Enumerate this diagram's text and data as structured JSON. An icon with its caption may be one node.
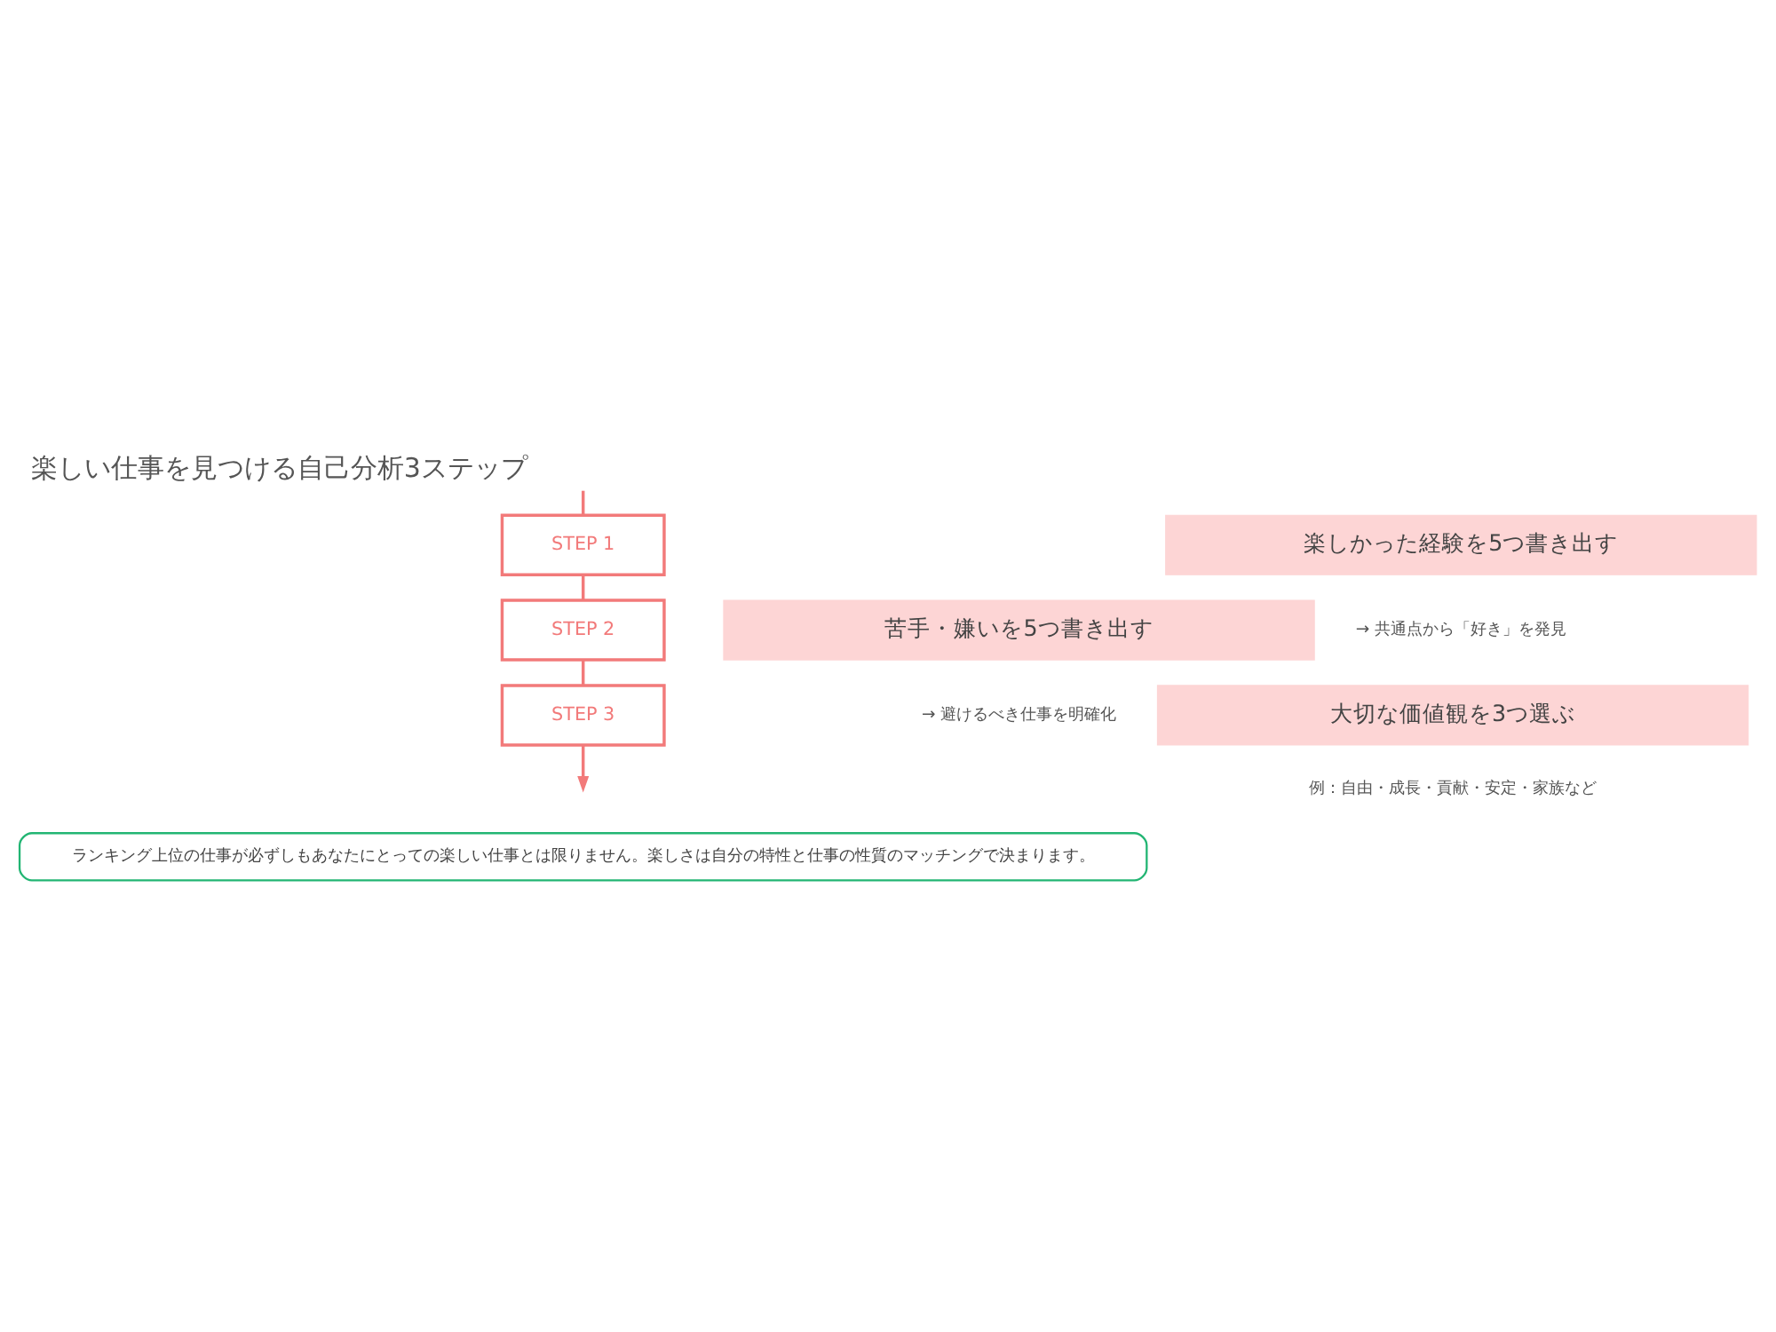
{
  "diagram": {
    "title": "楽しい仕事を見つける自己分析3ステップ",
    "nodes": [
      {
        "text": [
          "STEP 1"
        ]
      },
      {
        "text": [
          "楽しかった経験を5つ書き出す"
        ],
        "beside": [
          "→ 共通点から「好き」を発見"
        ]
      },
      {
        "text": [
          "STEP 2"
        ]
      },
      {
        "text": [
          "苦手・嫌いを5つ書き出す"
        ],
        "beside": [
          "→ 避けるべき仕事を明確化"
        ]
      },
      {
        "text": [
          "STEP 3"
        ]
      },
      {
        "text": [
          "大切な価値観を3つ選ぶ"
        ],
        "beside": [
          "例：自由・成長・貢献・安定・家族など"
        ]
      },
      {
        "text": [
          "ランキング上位の仕事が必ずしもあなたにとっての楽しい仕事とは限りません。楽しさは自分の特性と仕事の性質のマッチングで決まります。"
        ]
      }
    ],
    "edges": [
      {
        "from": null,
        "to": 0,
        "arrow": "none"
      },
      {
        "from": 0,
        "to": 2,
        "arrow": "none"
      },
      {
        "from": 2,
        "to": 4,
        "arrow": "none"
      },
      {
        "from": 4,
        "to": null,
        "arrow": "to"
      }
    ]
  }
}
